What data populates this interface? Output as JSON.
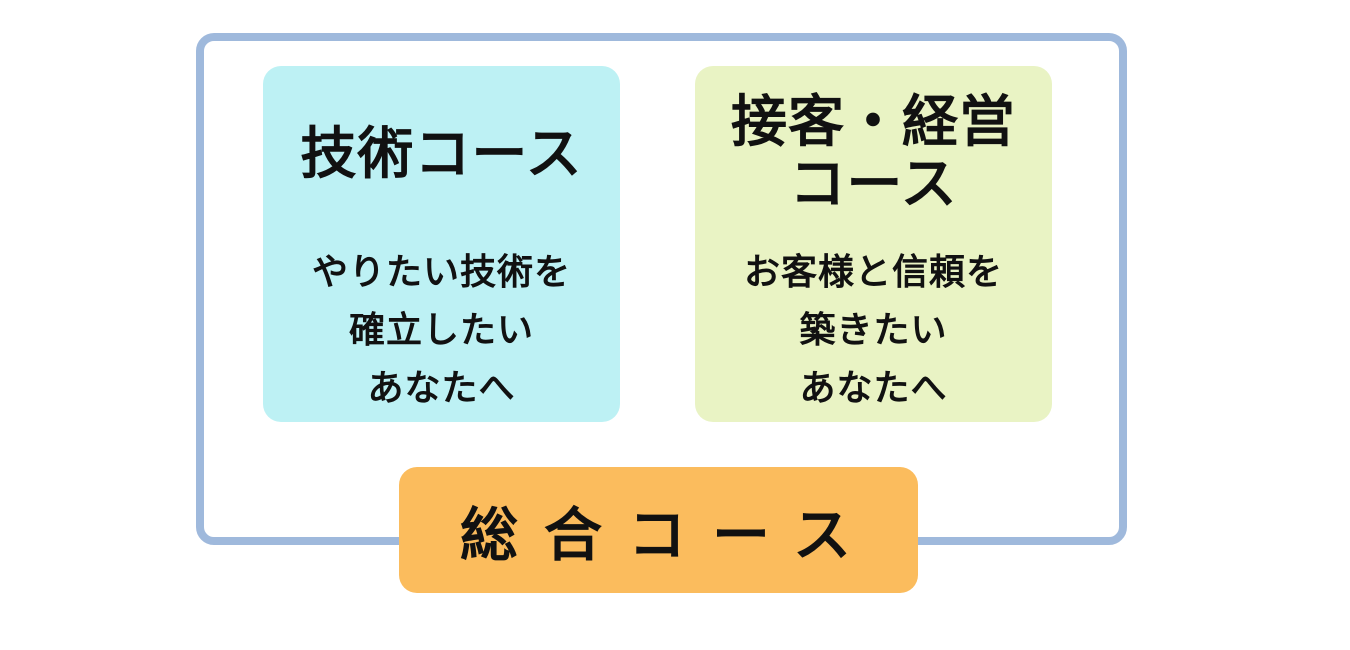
{
  "colors": {
    "frame_border": "#9fb9dc",
    "tech_card_bg": "#bdf1f4",
    "service_card_bg": "#e9f3c4",
    "general_badge_bg": "#fbbc5d",
    "text": "#111111"
  },
  "cards": [
    {
      "title": "技術コース",
      "description": "やりたい技術を\n確立したい\nあなたへ"
    },
    {
      "title": "接客・経営\nコース",
      "description": "お客様と信頼を\n築きたい\nあなたへ"
    }
  ],
  "general_course": {
    "label": "総合コース"
  }
}
